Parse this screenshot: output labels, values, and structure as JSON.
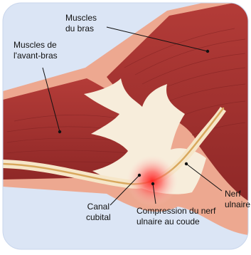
{
  "labels": {
    "biceps": [
      "Muscles",
      "du bras"
    ],
    "forearm": [
      "Muscles de",
      "l'avant-bras"
    ],
    "ulnar_nerve": [
      "Nerf",
      "ulnaire"
    ],
    "canal": [
      "Canal",
      "cubital"
    ],
    "compression": [
      "Compression du nerf",
      "ulnaire au coude"
    ]
  },
  "colors": {
    "background": "#dbe5f5",
    "muscle": "#a3312f",
    "muscle_dark": "#7c2020",
    "tendon": "#f7eddb",
    "skin": "#eda890",
    "nerve": "#d8a75c",
    "compression_glow": "#ff3b3b"
  }
}
